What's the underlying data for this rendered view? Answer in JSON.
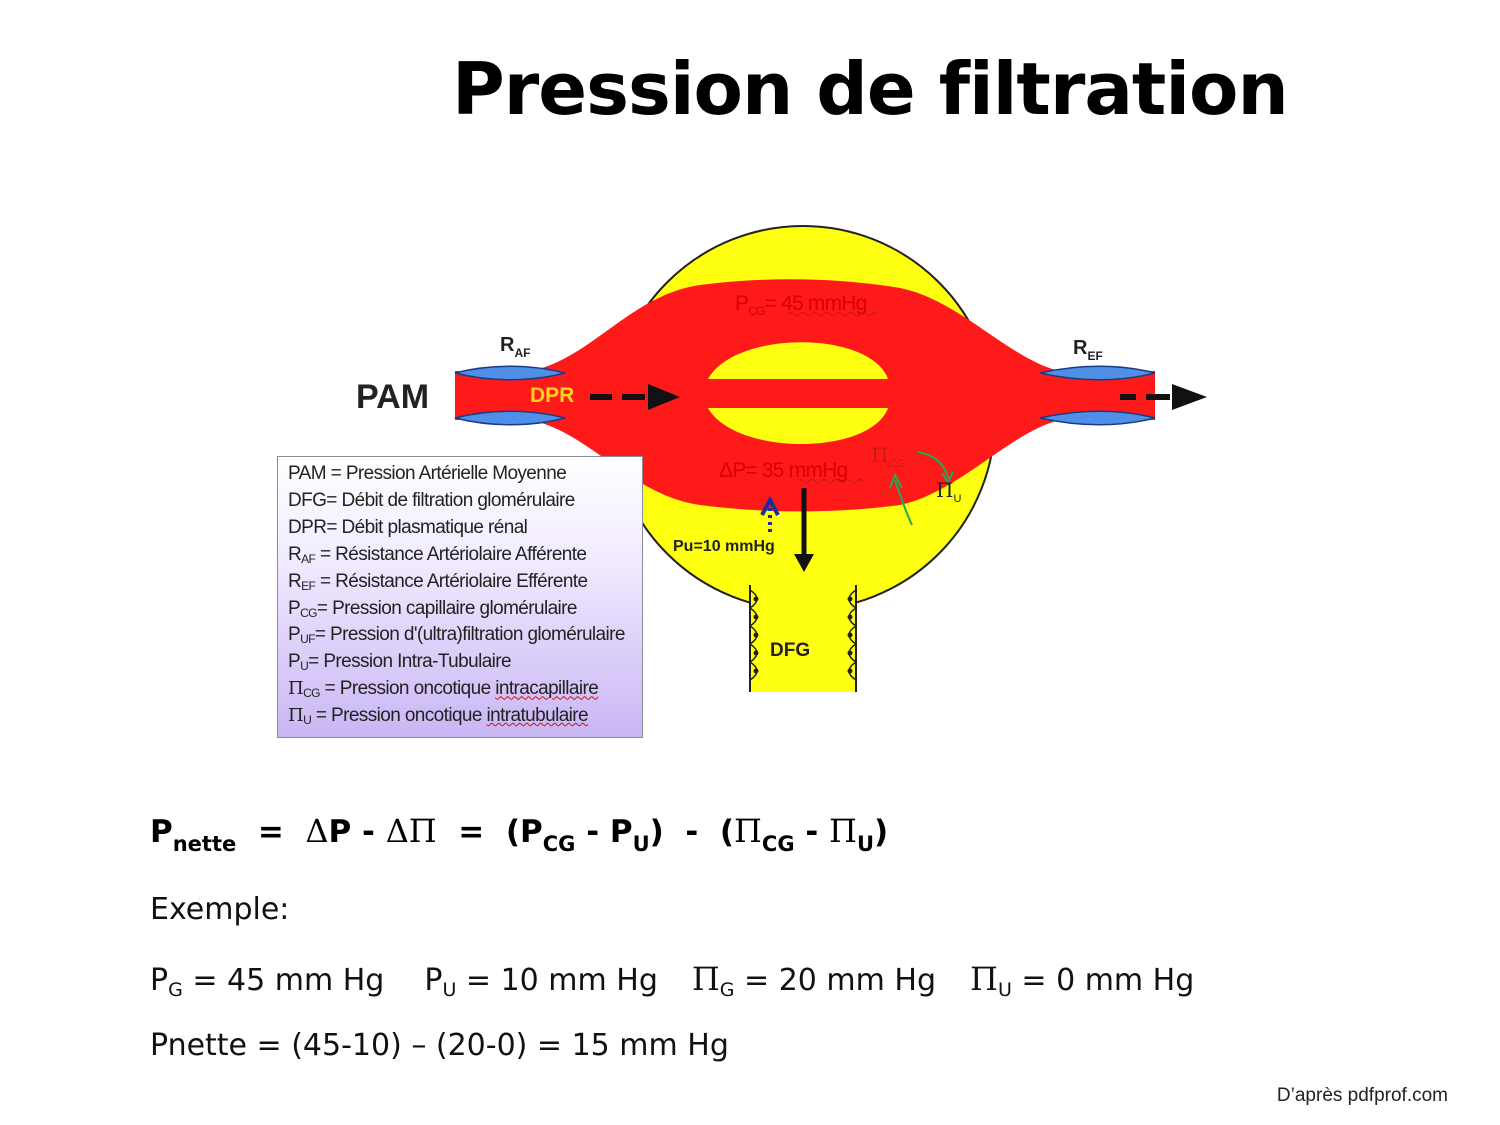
{
  "title": "Pression de filtration",
  "diagram": {
    "pam": "PAM",
    "dpr": "DPR",
    "raf": {
      "base": "R",
      "sub": "AF"
    },
    "ref": {
      "base": "R",
      "sub": "EF"
    },
    "pcg": {
      "base": "P",
      "sub": "CG",
      "rest": "= 45 mmHg"
    },
    "delta_p": "ΔP= 35 mmHg",
    "pi_cg": {
      "base": "Π",
      "sub": "CG"
    },
    "pi_u": {
      "base": "Π",
      "sub": "U"
    },
    "pu": "Pu=10 mmHg",
    "dfg": "DFG",
    "colors": {
      "blood": "#ff1a1a",
      "capsule": "#ffff10",
      "vessel_wall": "#4f8fe6",
      "arrow": "#111111",
      "pi_arrow": "#22aa55"
    }
  },
  "legend": {
    "pam": "PAM = Pression Artérielle Moyenne",
    "dfg": "DFG= Débit de filtration glomérulaire",
    "dpr": "DPR= Débit plasmatique rénal",
    "raf_label": "R",
    "raf_sub": "AF",
    "raf_text": " =  Résistance Artériolaire Afférente",
    "ref_label": "R",
    "ref_sub": "EF",
    "ref_text": " =  Résistance Artériolaire Efférente",
    "pcg_label": "P",
    "pcg_sub": "CG",
    "pcg_text": "=  Pression capillaire glomérulaire",
    "puf_label": "P",
    "puf_sub": "UF",
    "puf_text": "= Pression d'(ultra)filtration glomérulaire",
    "pu_label": "P",
    "pu_sub": "U",
    "pu_text": "= Pression Intra-Tubulaire",
    "picg_label": "Π",
    "picg_sub": "CG",
    "picg_text_a": " = Pression oncotique ",
    "picg_text_b": "intracapillaire",
    "piu_label": "Π",
    "piu_sub": "U",
    "piu_text_a": " = Pression oncotique ",
    "piu_text_b": "intratubulaire"
  },
  "formula": {
    "p": "P",
    "p_sub": "nette",
    "eq1": "  =  ",
    "delta": "Δ",
    "p2": "P - ",
    "delta2": "Δ",
    "pi": "Π",
    "eq2": "  =  (P",
    "cg": "CG",
    "minus": " - P",
    "u": "U",
    "mid": ")  -  (",
    "pi2": "Π",
    "cg2": "CG",
    "minus2": " - ",
    "pi3": "Π",
    "u2": "U",
    "end": ")"
  },
  "exemple": "Exemple:",
  "values": {
    "pg": "P",
    "pg_sub": "G",
    "pg_val": " = 45 mm Hg",
    "pu": "P",
    "pu_sub": "U",
    "pu_val": " = 10 mm Hg",
    "pig": "Π",
    "pig_sub": "G",
    "pig_val": " = 20 mm Hg",
    "piu": "Π",
    "piu_sub": "U",
    "piu_val": " = 0 mm Hg"
  },
  "result": "Pnette = (45-10) – (20-0) = 15 mm Hg",
  "credit": "D’après pdfprof.com"
}
